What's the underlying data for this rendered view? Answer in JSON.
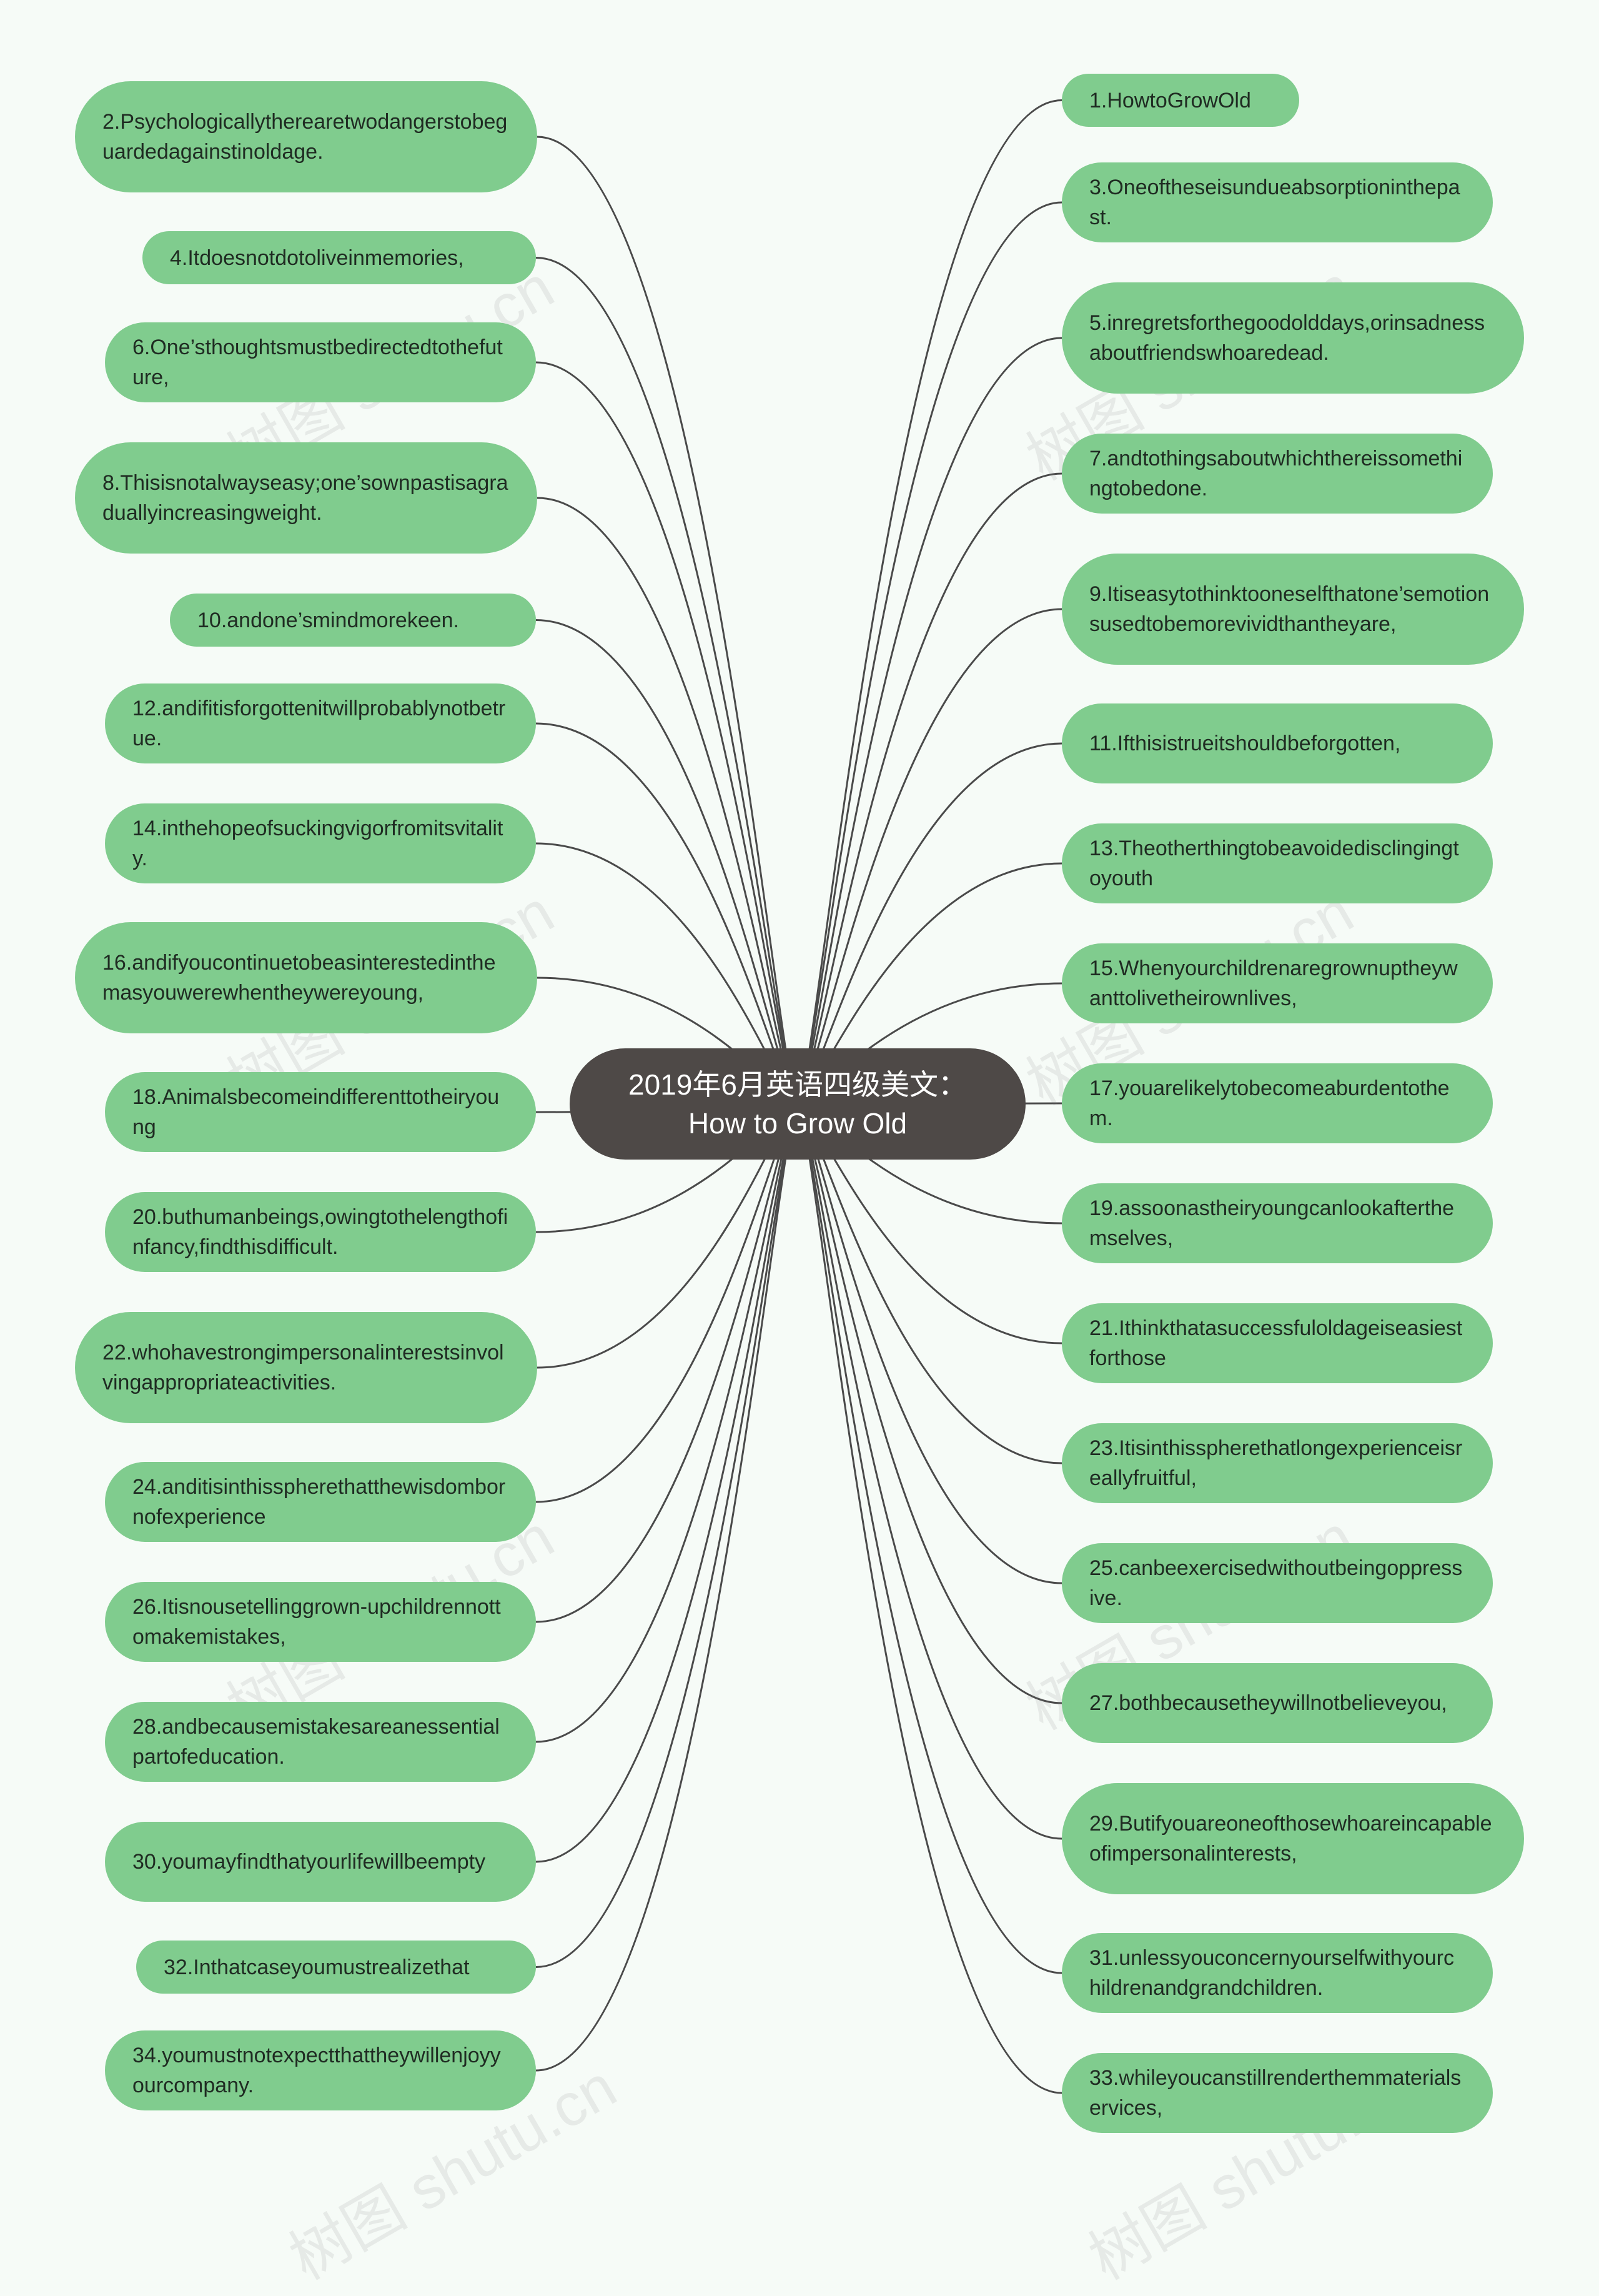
{
  "center": {
    "title": "2019年6月英语四级美文：How to Grow Old"
  },
  "watermark": "树图 shutu.cn",
  "colors": {
    "node_fill": "#80cc8e",
    "center_fill": "#4e4947",
    "line": "#4a4a4a",
    "background": "#f6fbf7"
  },
  "left_nodes": [
    "2.Psychologicallytherearetwodangerstobeguardedagainstinoldage.",
    "4.Itdoesnotdotoliveinmemories,",
    "6.One’sthoughtsmustbedirectedtothefuture,",
    "8.Thisisnotalwayseasy;one’sownpastisagraduallyincreasingweight.",
    "10.andone’smindmorekeen.",
    "12.andifitisforgottenitwillprobablynotbetrue.",
    "14.inthehopeofsuckingvigorfromitsvitality.",
    "16.andifyoucontinuetobeasinterestedinthemasyouwerewhentheywereyoung,",
    "18.Animalsbecomeindifferenttotheiryoung",
    "20.buthumanbeings,owingtothelengthofinfancy,findthisdifficult.",
    "22.whohavestrongimpersonalinterestsinvolvingappropriateactivities.",
    "24.anditisinthisspherethatthewisdombornofexperience",
    "26.Itisnousetellinggrown-upchildrennottomakemistakes,",
    "28.andbecausemistakesareanessentialpartofeducation.",
    "30.youmayfindthatyourlifewillbeempty",
    "32.Inthatcaseyoumustrealizethat",
    "34.youmustnotexpectthattheywillenjoyyourcompany."
  ],
  "right_nodes": [
    "1.HowtoGrowOld",
    "3.Oneoftheseisundueabsorptioninthepast.",
    "5.inregretsforthegoodolddays,orinsadnessaboutfriendswhoaredead.",
    "7.andtothingsaboutwhichthereissomethingtobedone.",
    "9.Itiseasytothinktooneselfthatone’semotionsusedtobemorevividthantheyare,",
    "11.Ifthisistrueitshouldbeforgotten,",
    "13.Theotherthingtobeavoidedisclingingtoyouth",
    "15.Whenyourchildrenaregrownuptheywanttolivetheirownlives,",
    "17.youarelikelytobecomeaburdentothem.",
    "19.assoonastheiryoungcanlookafterthemselves,",
    "21.Ithinkthatasuccessfuloldageiseasiestforthose",
    "23.Itisinthisspherethatlongexperienceisreallyfruitful,",
    "25.canbeexercisedwithoutbeingoppressive.",
    "27.bothbecausetheywillnotbelieveyou,",
    "29.Butifyouareoneofthosewhoareincapableofimpersonalinterests,",
    "31.unlessyouconcernyourselfwithyourchildrenandgrandchildren.",
    "33.whileyoucanstillrenderthemmaterialservices,"
  ]
}
